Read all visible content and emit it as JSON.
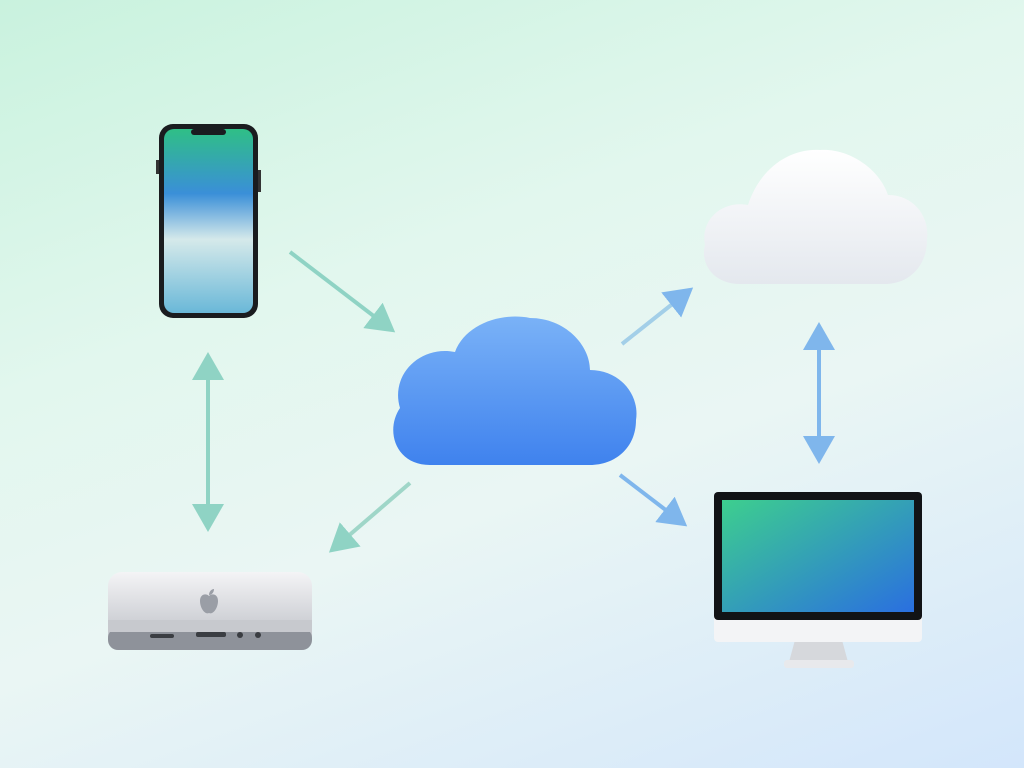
{
  "colors": {
    "arrow_green": "#8fd3c4",
    "arrow_blue": "#7fb6ec",
    "central_cloud": "#4f8ff0",
    "secondary_cloud": "#f2f4f7",
    "screen_green": "#3dcf8e",
    "screen_blue": "#2a6fe0"
  },
  "nodes": [
    {
      "icon": "smartphone-icon"
    },
    {
      "icon": "central-cloud-icon"
    },
    {
      "icon": "secondary-cloud-icon"
    },
    {
      "icon": "desktop-monitor-icon"
    },
    {
      "icon": "mac-mini-icon"
    }
  ],
  "connections": [
    {
      "from": "smartphone",
      "to": "central-cloud",
      "direction": "one-way"
    },
    {
      "from": "central-cloud",
      "to": "secondary-cloud",
      "direction": "one-way"
    },
    {
      "from": "secondary-cloud",
      "to": "desktop-monitor",
      "direction": "two-way"
    },
    {
      "from": "central-cloud",
      "to": "desktop-monitor",
      "direction": "one-way"
    },
    {
      "from": "central-cloud",
      "to": "mac-mini",
      "direction": "one-way"
    },
    {
      "from": "smartphone",
      "to": "mac-mini",
      "direction": "two-way"
    }
  ]
}
